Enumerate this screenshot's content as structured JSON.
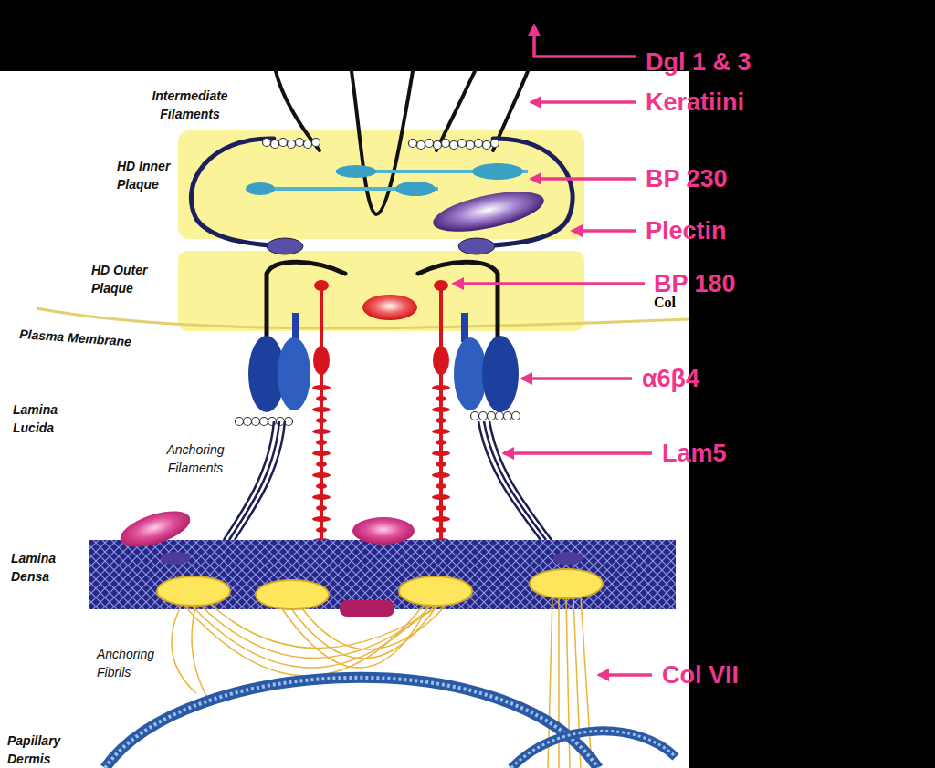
{
  "diagram": {
    "labels": [
      "Dgl 1 & 3",
      "Keratiini",
      "BP 230",
      "Plectin",
      "BP 180",
      "Col",
      "α6β4",
      "Lam5",
      "Col VII",
      "Intermediate Filaments",
      "HD Inner Plaque",
      "HD Outer Plaque",
      "Plasma Membrane",
      "Lamina Lucida",
      "Anchoring Filaments",
      "Lamina Densa",
      "Anchoring Fibrils",
      "Papillary Dermis"
    ]
  }
}
